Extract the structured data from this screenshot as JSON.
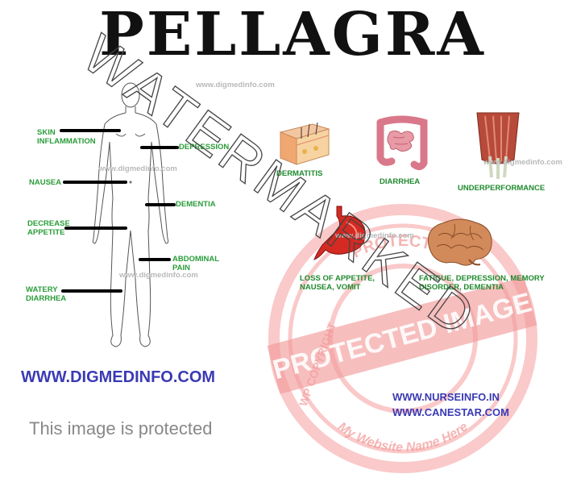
{
  "title": "PELLAGRA",
  "watermark_text": "WATERMARKED",
  "stamp": {
    "center_text": "PROTECTED IMAGE",
    "ring_top": "PROTECTED",
    "ring_bottom": "My Website Name Here",
    "ring_left": "WP COPYRIGHT",
    "color": "#f08080"
  },
  "site_watermark": "www.digmedinfo.com",
  "body_labels": [
    "SKIN\nINFLAMMATION",
    "DEPRESSION",
    "NAUSEA",
    "DEMENTIA",
    "DECREASE\nAPPETITE",
    "ABDOMINAL\nPAIN",
    "WATERY\nDIARRHEA"
  ],
  "organ_captions": {
    "skin": "DERMATITIS",
    "intestine": "DIARRHEA",
    "muscle": "UNDERPERFORMANCE",
    "stomach": "LOSS OF APPETITE,\nNAUSEA, VOMIT",
    "brain": "FATIGUE, DEPRESSION, MEMORY\nDISORDER, DEMENTIA"
  },
  "footer": {
    "main_url": "WWW.DIGMEDINFO.COM",
    "protected_text": "This image is protected",
    "url_nurse": "WWW.NURSEINFO.IN",
    "url_cane": "WWW.CANESTAR.COM"
  },
  "colors": {
    "label_green": "#2a9d3a",
    "url_blue": "#3a3ab4",
    "title_black": "#111111",
    "stamp_red": "#f08080"
  }
}
